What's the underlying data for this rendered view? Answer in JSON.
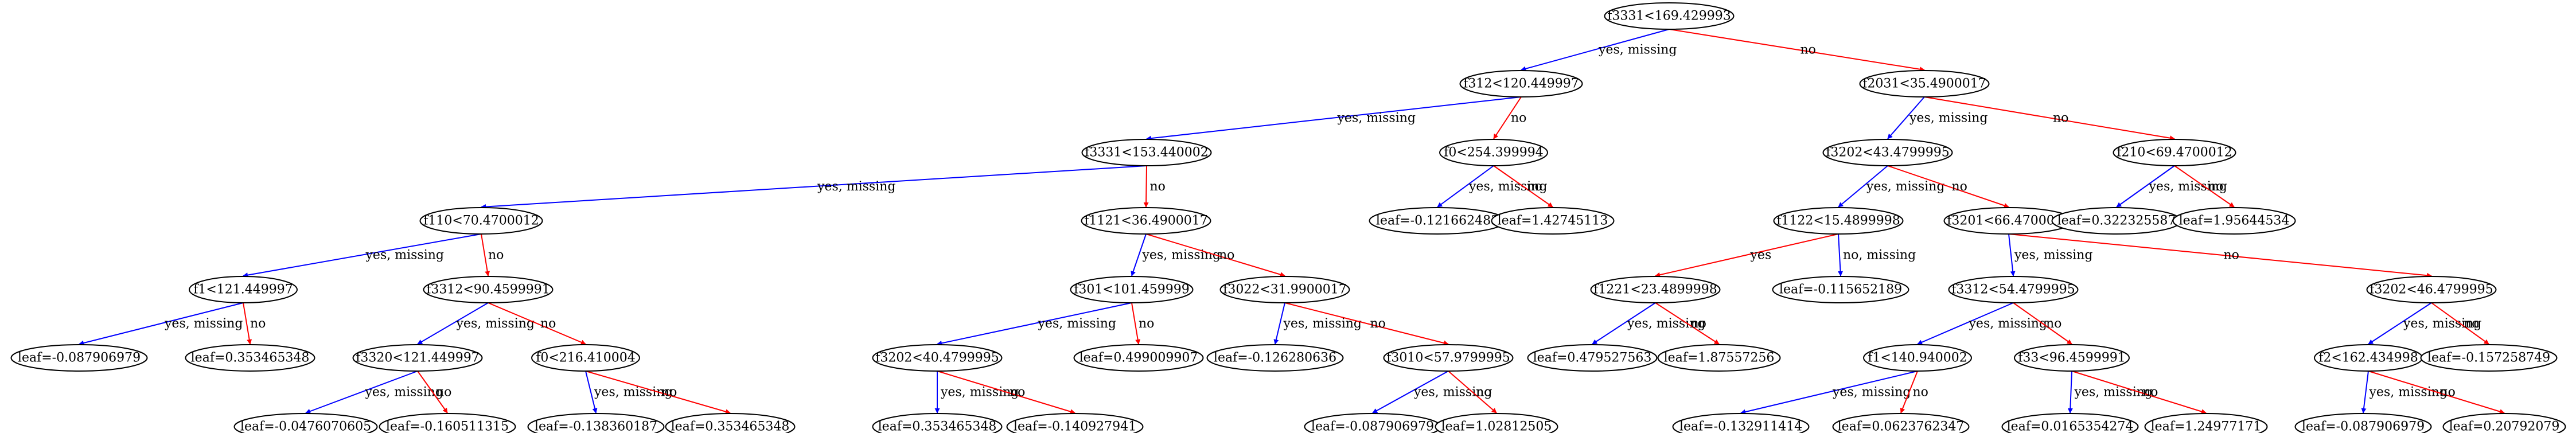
{
  "tree": {
    "colors": {
      "yes": "#0000ff",
      "no": "#ff0000",
      "node_stroke": "#000000"
    },
    "nodes": [
      {
        "id": "n0",
        "label": "f3331<169.429993"
      },
      {
        "id": "n1",
        "label": "f312<120.449997"
      },
      {
        "id": "n2",
        "label": "f2031<35.4900017"
      },
      {
        "id": "n3",
        "label": "f3331<153.440002"
      },
      {
        "id": "n4",
        "label": "f0<254.399994"
      },
      {
        "id": "n5",
        "label": "f3202<43.4799995"
      },
      {
        "id": "n6",
        "label": "f210<69.4700012"
      },
      {
        "id": "n7",
        "label": "f110<70.4700012"
      },
      {
        "id": "n8",
        "label": "f1121<36.4900017"
      },
      {
        "id": "n9",
        "label": "leaf=-0.121662483"
      },
      {
        "id": "n10",
        "label": "leaf=1.42745113"
      },
      {
        "id": "n11",
        "label": "f1122<15.4899998"
      },
      {
        "id": "n12",
        "label": "f3201<66.4700012"
      },
      {
        "id": "n13",
        "label": "leaf=0.322325587"
      },
      {
        "id": "n14",
        "label": "leaf=1.95644534"
      },
      {
        "id": "n15",
        "label": "f1<121.449997"
      },
      {
        "id": "n16",
        "label": "f3312<90.4599991"
      },
      {
        "id": "n17",
        "label": "f301<101.459999"
      },
      {
        "id": "n18",
        "label": "f3022<31.9900017"
      },
      {
        "id": "n19",
        "label": "f1221<23.4899998"
      },
      {
        "id": "n20",
        "label": "leaf=-0.115652189"
      },
      {
        "id": "n21",
        "label": "f3312<54.4799995"
      },
      {
        "id": "n22",
        "label": "f3202<46.4799995"
      },
      {
        "id": "n23",
        "label": "leaf=-0.087906979"
      },
      {
        "id": "n24",
        "label": "leaf=0.353465348"
      },
      {
        "id": "n25",
        "label": "f3320<121.449997"
      },
      {
        "id": "n26",
        "label": "f0<216.410004"
      },
      {
        "id": "n27",
        "label": "f3202<40.4799995"
      },
      {
        "id": "n28",
        "label": "leaf=0.499009907"
      },
      {
        "id": "n29",
        "label": "leaf=-0.126280636"
      },
      {
        "id": "n30",
        "label": "f3010<57.9799995"
      },
      {
        "id": "n31",
        "label": "leaf=0.479527563"
      },
      {
        "id": "n32",
        "label": "leaf=1.87557256"
      },
      {
        "id": "n33",
        "label": "f1<140.940002"
      },
      {
        "id": "n34",
        "label": "f33<96.4599991"
      },
      {
        "id": "n35",
        "label": "f2<162.434998"
      },
      {
        "id": "n36",
        "label": "leaf=-0.157258749"
      },
      {
        "id": "n37",
        "label": "leaf=-0.0476070605"
      },
      {
        "id": "n38",
        "label": "leaf=-0.160511315"
      },
      {
        "id": "n39",
        "label": "leaf=-0.138360187"
      },
      {
        "id": "n40",
        "label": "leaf=0.353465348"
      },
      {
        "id": "n41",
        "label": "leaf=0.353465348"
      },
      {
        "id": "n42",
        "label": "leaf=-0.140927941"
      },
      {
        "id": "n43",
        "label": "leaf=-0.087906979"
      },
      {
        "id": "n44",
        "label": "leaf=1.02812505"
      },
      {
        "id": "n45",
        "label": "leaf=-0.132911414"
      },
      {
        "id": "n46",
        "label": "leaf=0.0623762347"
      },
      {
        "id": "n47",
        "label": "leaf=0.0165354274"
      },
      {
        "id": "n48",
        "label": "leaf=1.24977171"
      },
      {
        "id": "n49",
        "label": "leaf=-0.087906979"
      },
      {
        "id": "n50",
        "label": "leaf=0.20792079"
      }
    ],
    "edges": [
      {
        "from": "n0",
        "to": "n1",
        "label": "yes, missing",
        "kind": "yes"
      },
      {
        "from": "n0",
        "to": "n2",
        "label": "no",
        "kind": "no"
      },
      {
        "from": "n1",
        "to": "n3",
        "label": "yes, missing",
        "kind": "yes"
      },
      {
        "from": "n1",
        "to": "n4",
        "label": "no",
        "kind": "no"
      },
      {
        "from": "n2",
        "to": "n5",
        "label": "yes, missing",
        "kind": "yes"
      },
      {
        "from": "n2",
        "to": "n6",
        "label": "no",
        "kind": "no"
      },
      {
        "from": "n3",
        "to": "n7",
        "label": "yes, missing",
        "kind": "yes"
      },
      {
        "from": "n3",
        "to": "n8",
        "label": "no",
        "kind": "no"
      },
      {
        "from": "n4",
        "to": "n9",
        "label": "yes, missing",
        "kind": "yes"
      },
      {
        "from": "n4",
        "to": "n10",
        "label": "no",
        "kind": "no"
      },
      {
        "from": "n5",
        "to": "n11",
        "label": "yes, missing",
        "kind": "yes"
      },
      {
        "from": "n5",
        "to": "n12",
        "label": "no",
        "kind": "no"
      },
      {
        "from": "n6",
        "to": "n13",
        "label": "yes, missing",
        "kind": "yes"
      },
      {
        "from": "n6",
        "to": "n14",
        "label": "no",
        "kind": "no"
      },
      {
        "from": "n7",
        "to": "n15",
        "label": "yes, missing",
        "kind": "yes"
      },
      {
        "from": "n7",
        "to": "n16",
        "label": "no",
        "kind": "no"
      },
      {
        "from": "n8",
        "to": "n17",
        "label": "yes, missing",
        "kind": "yes"
      },
      {
        "from": "n8",
        "to": "n18",
        "label": "no",
        "kind": "no"
      },
      {
        "from": "n11",
        "to": "n19",
        "label": "yes",
        "kind": "no"
      },
      {
        "from": "n11",
        "to": "n20",
        "label": "no, missing",
        "kind": "yes"
      },
      {
        "from": "n12",
        "to": "n21",
        "label": "yes, missing",
        "kind": "yes"
      },
      {
        "from": "n12",
        "to": "n22",
        "label": "no",
        "kind": "no"
      },
      {
        "from": "n15",
        "to": "n23",
        "label": "yes, missing",
        "kind": "yes"
      },
      {
        "from": "n15",
        "to": "n24",
        "label": "no",
        "kind": "no"
      },
      {
        "from": "n16",
        "to": "n25",
        "label": "yes, missing",
        "kind": "yes"
      },
      {
        "from": "n16",
        "to": "n26",
        "label": "no",
        "kind": "no"
      },
      {
        "from": "n17",
        "to": "n27",
        "label": "yes, missing",
        "kind": "yes"
      },
      {
        "from": "n17",
        "to": "n28",
        "label": "no",
        "kind": "no"
      },
      {
        "from": "n18",
        "to": "n29",
        "label": "yes, missing",
        "kind": "yes"
      },
      {
        "from": "n18",
        "to": "n30",
        "label": "no",
        "kind": "no"
      },
      {
        "from": "n19",
        "to": "n31",
        "label": "yes, missing",
        "kind": "yes"
      },
      {
        "from": "n19",
        "to": "n32",
        "label": "no",
        "kind": "no"
      },
      {
        "from": "n21",
        "to": "n33",
        "label": "yes, missing",
        "kind": "yes"
      },
      {
        "from": "n21",
        "to": "n34",
        "label": "no",
        "kind": "no"
      },
      {
        "from": "n22",
        "to": "n35",
        "label": "yes, missing",
        "kind": "yes"
      },
      {
        "from": "n22",
        "to": "n36",
        "label": "no",
        "kind": "no"
      },
      {
        "from": "n25",
        "to": "n37",
        "label": "yes, missing",
        "kind": "yes"
      },
      {
        "from": "n25",
        "to": "n38",
        "label": "no",
        "kind": "no"
      },
      {
        "from": "n26",
        "to": "n39",
        "label": "yes, missing",
        "kind": "yes"
      },
      {
        "from": "n26",
        "to": "n40",
        "label": "no",
        "kind": "no"
      },
      {
        "from": "n27",
        "to": "n41",
        "label": "yes, missing",
        "kind": "yes"
      },
      {
        "from": "n27",
        "to": "n42",
        "label": "no",
        "kind": "no"
      },
      {
        "from": "n30",
        "to": "n43",
        "label": "yes, missing",
        "kind": "yes"
      },
      {
        "from": "n30",
        "to": "n44",
        "label": "no",
        "kind": "no"
      },
      {
        "from": "n33",
        "to": "n45",
        "label": "yes, missing",
        "kind": "yes"
      },
      {
        "from": "n33",
        "to": "n46",
        "label": "no",
        "kind": "no"
      },
      {
        "from": "n34",
        "to": "n47",
        "label": "yes, missing",
        "kind": "yes"
      },
      {
        "from": "n34",
        "to": "n48",
        "label": "no",
        "kind": "no"
      },
      {
        "from": "n35",
        "to": "n49",
        "label": "yes, missing",
        "kind": "yes"
      },
      {
        "from": "n35",
        "to": "n50",
        "label": "no",
        "kind": "no"
      }
    ]
  }
}
